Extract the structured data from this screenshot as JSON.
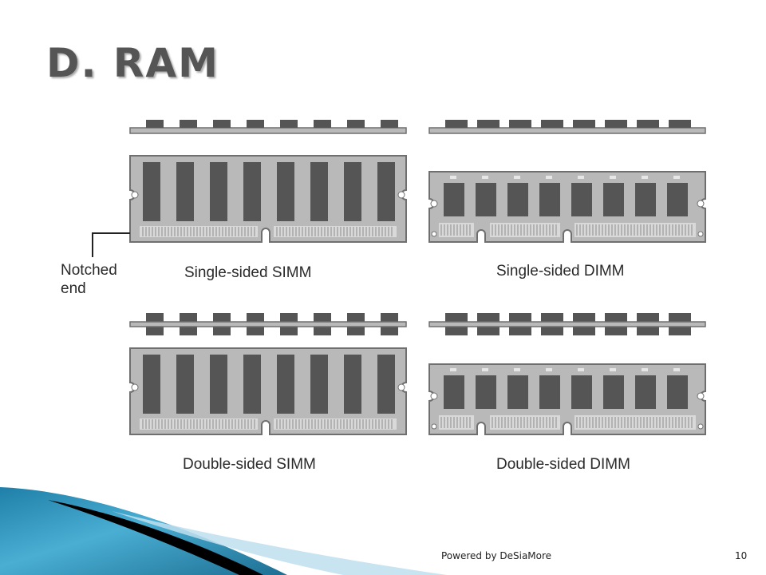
{
  "slide": {
    "title": "D. RAM",
    "footer": "Powered  by DeSiaMore",
    "page_number": "10"
  },
  "diagram": {
    "callout": {
      "line1": "Notched",
      "line2": "end"
    },
    "modules": [
      {
        "id": "single-sided-simm",
        "label": "Single-sided SIMM"
      },
      {
        "id": "single-sided-dimm",
        "label": "Single-sided DIMM"
      },
      {
        "id": "double-sided-simm",
        "label": "Double-sided SIMM"
      },
      {
        "id": "double-sided-dimm",
        "label": "Double-sided DIMM"
      }
    ]
  },
  "colors": {
    "board": "#b9b9b9",
    "board_edge": "#6f6f6f",
    "chip": "#555555",
    "accent_blue": "#2b8fb8"
  }
}
